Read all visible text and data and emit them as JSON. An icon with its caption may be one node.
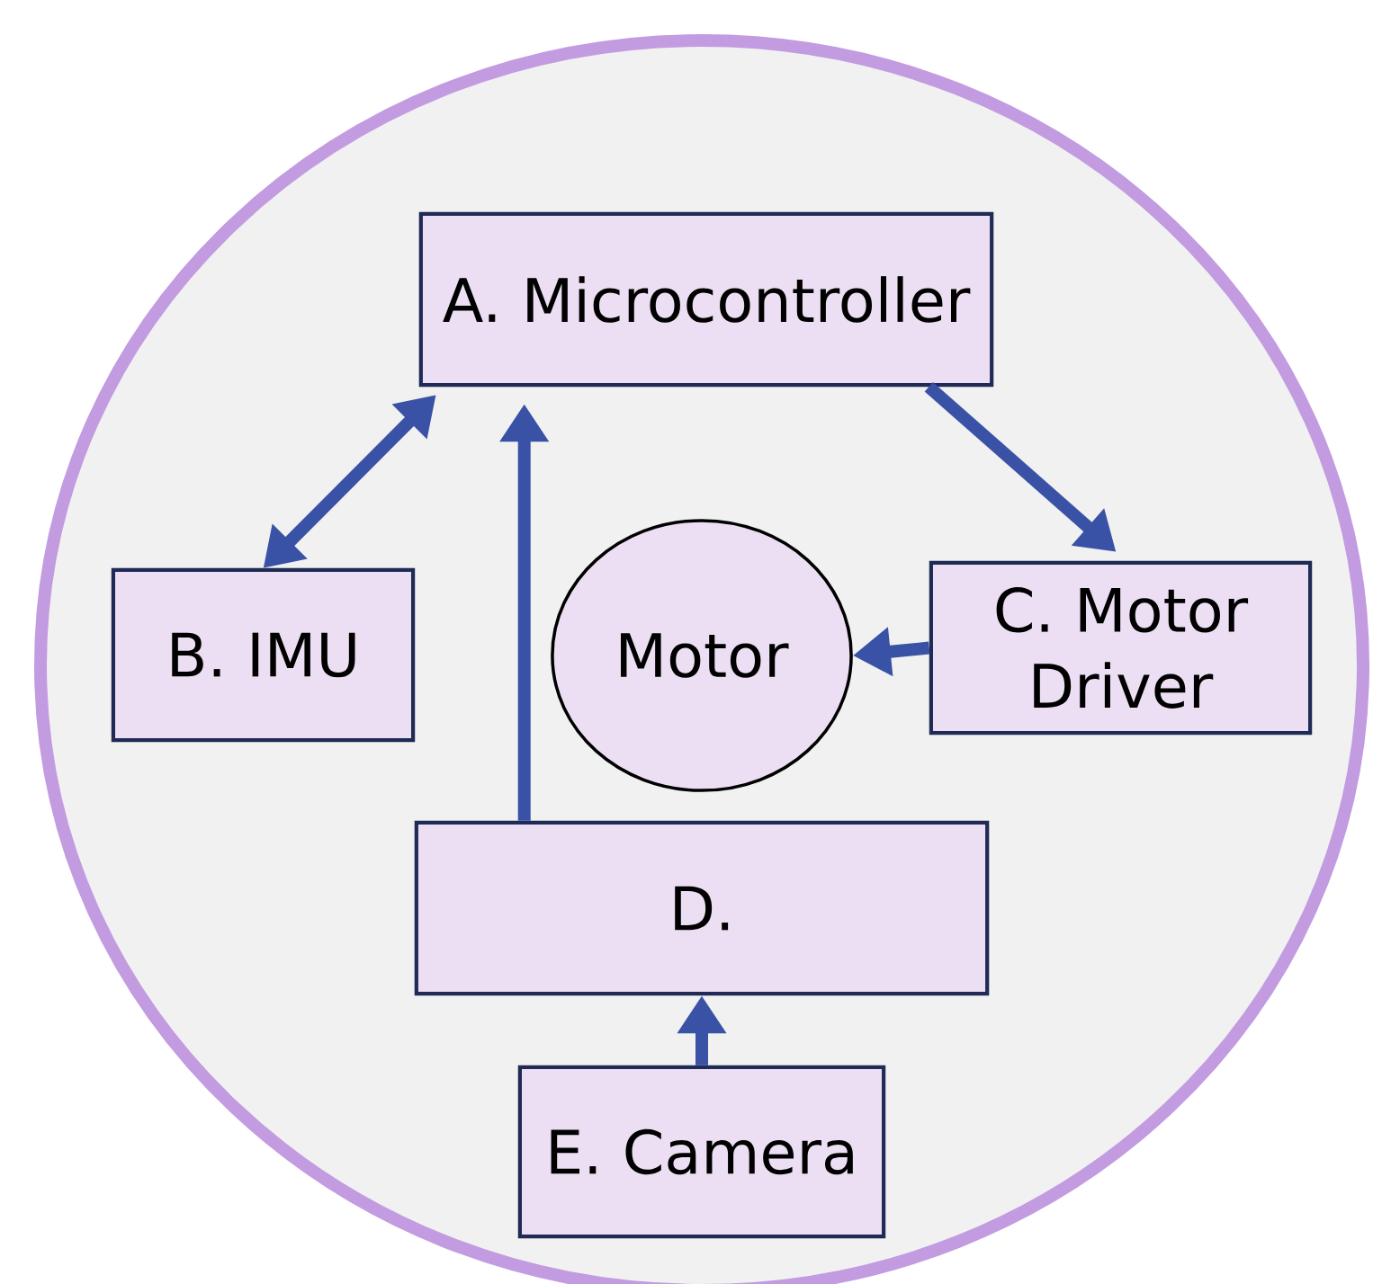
{
  "diagram": {
    "nodes": [
      {
        "text": [
          "A. Microcontroller"
        ]
      },
      {
        "text": [
          "B. IMU"
        ]
      },
      {
        "text": [
          "Motor"
        ]
      },
      {
        "text": [
          "C. Motor Driver"
        ]
      },
      {
        "text": [
          "D."
        ]
      },
      {
        "text": [
          "E. Camera"
        ]
      }
    ],
    "edges": [
      {
        "from": 0,
        "to": 1,
        "arrow": "both"
      },
      {
        "from": 4,
        "to": 0,
        "arrow": "to"
      },
      {
        "from": 0,
        "to": 3,
        "arrow": "to"
      },
      {
        "from": 3,
        "to": 2,
        "arrow": "to"
      },
      {
        "from": 5,
        "to": 4,
        "arrow": "to"
      }
    ]
  }
}
